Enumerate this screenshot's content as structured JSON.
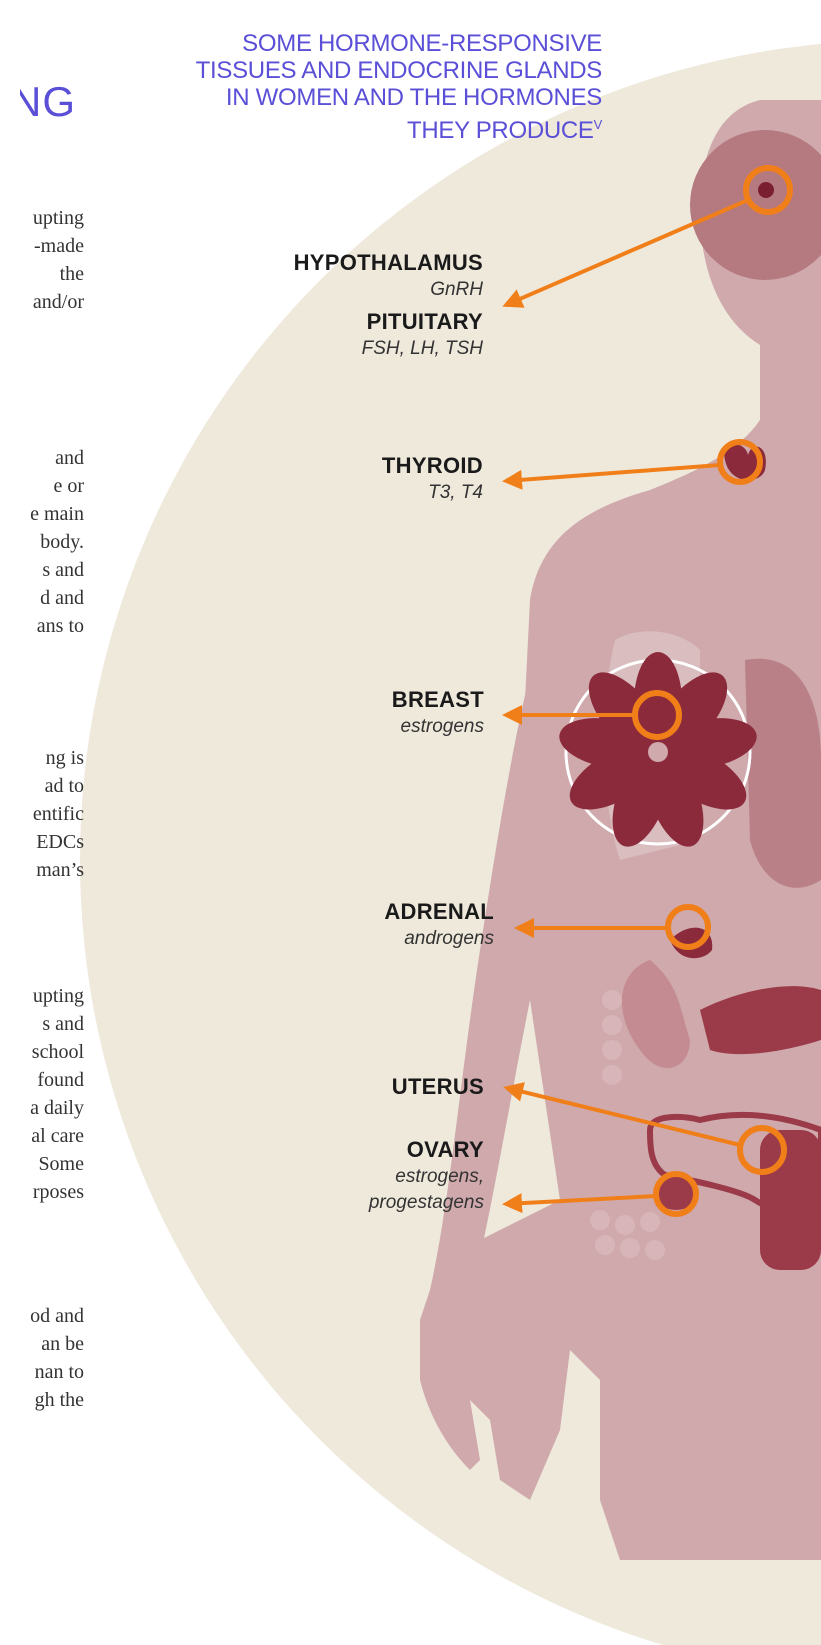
{
  "left_page": {
    "heading_fragment": "ING",
    "lines": [
      "upting",
      "-made",
      "the",
      "and/or",
      "and",
      "e or",
      "e main",
      "body.",
      "s and",
      "d and",
      "ans to",
      "ng is",
      "ad to",
      "entific",
      "EDCs",
      "man’s",
      "upting",
      "s and",
      "school",
      "found",
      "a daily",
      "al care",
      "Some",
      "rposes",
      "od and",
      "an be",
      "nan to",
      "gh the"
    ]
  },
  "figure": {
    "title": "SOME HORMONE-RESPONSIVE TISSUES AND ENDOCRINE GLANDS IN WOMEN AND THE HORMONES THEY PRODUCE",
    "title_sup": "V",
    "colors": {
      "title": "#5a4fd6",
      "arrow": "#f07f1a",
      "background_disc": "#efe9dc",
      "body": "#cfa9ac",
      "organ": "#8b2a3a"
    },
    "labels": [
      {
        "name": "HYPOTHALAMUS",
        "hormone": "GnRH"
      },
      {
        "name": "PITUITARY",
        "hormone": "FSH, LH, TSH"
      },
      {
        "name": "THYROID",
        "hormone": "T3, T4"
      },
      {
        "name": "BREAST",
        "hormone": "estrogens"
      },
      {
        "name": "ADRENAL",
        "hormone": "androgens"
      },
      {
        "name": "UTERUS",
        "hormone": ""
      },
      {
        "name": "OVARY",
        "hormone": "estrogens, progestagens"
      }
    ]
  }
}
